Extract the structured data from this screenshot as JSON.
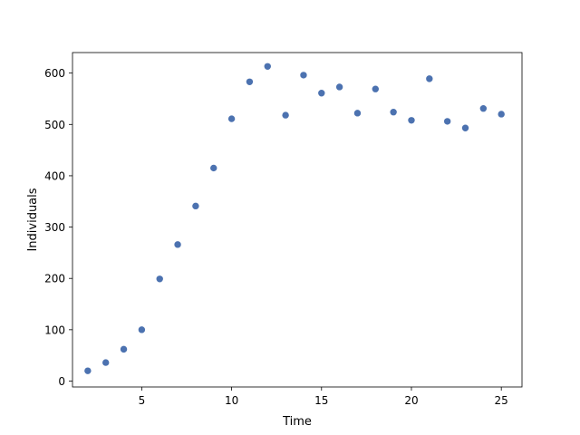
{
  "chart_data": {
    "type": "scatter",
    "title": "",
    "xlabel": "Time",
    "ylabel": "Individuals",
    "xlim": [
      1.15,
      26.15
    ],
    "ylim": [
      -11.5,
      640
    ],
    "xticks": [
      5,
      10,
      15,
      20,
      25
    ],
    "yticks": [
      0,
      100,
      200,
      300,
      400,
      500,
      600
    ],
    "grid": false,
    "marker_color": "#4c72b0",
    "series": [
      {
        "x": [
          2,
          3,
          4,
          5,
          6,
          7,
          8,
          9,
          10,
          11,
          12,
          13,
          14,
          15,
          16,
          17,
          18,
          19,
          20,
          21,
          22,
          23,
          24,
          25
        ],
        "y": [
          20,
          36,
          62,
          100,
          199,
          266,
          341,
          415,
          511,
          583,
          613,
          518,
          596,
          561,
          573,
          522,
          569,
          524,
          508,
          589,
          506,
          493,
          531,
          520
        ]
      }
    ]
  }
}
